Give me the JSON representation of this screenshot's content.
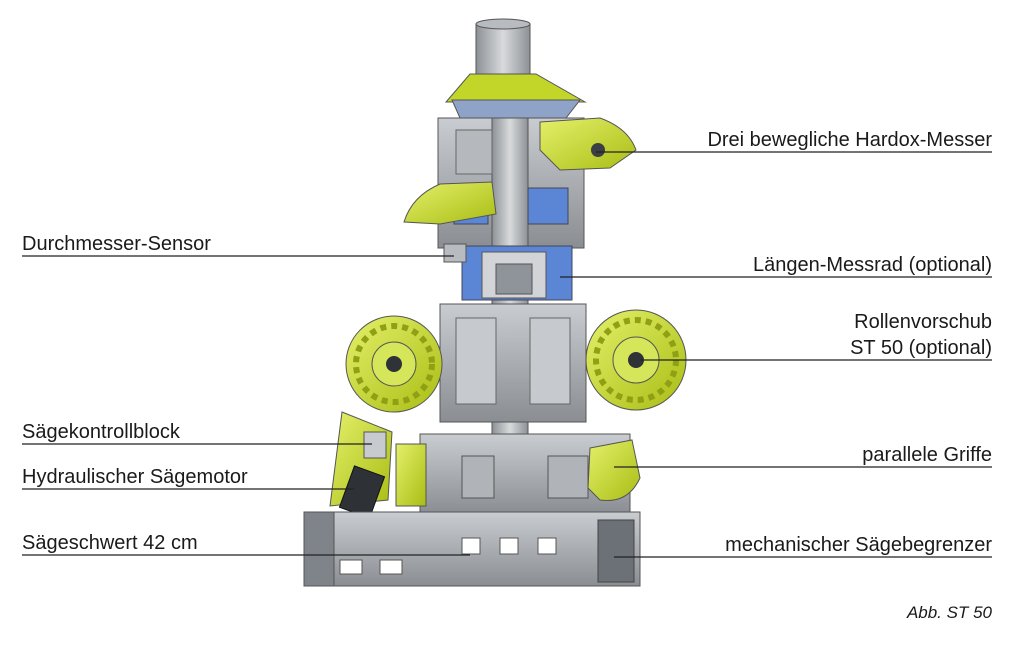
{
  "figure": {
    "caption": "Abb. ST 50",
    "labels_left": {
      "diameter_sensor": "Durchmesser-Sensor",
      "saw_control_block": "Sägekontrollblock",
      "hydraulic_saw_motor": "Hydraulischer Sägemotor",
      "saw_bar": "Sägeschwert 42 cm"
    },
    "labels_right": {
      "knives": "Drei bewegliche Hardox-Messer",
      "length_wheel": "Längen-Messrad (optional)",
      "roller_feed_line1": "Rollenvorschub",
      "roller_feed_line2": "ST 50 (optional)",
      "parallel_grips": "parallele Griffe",
      "saw_limiter": "mechanischer Sägebegrenzer"
    }
  },
  "colors": {
    "accent_yellow": "#c8dc2a",
    "frame_grey": "#9a9ea3",
    "dark_grey": "#4a4e54",
    "blue_part": "#5b86d6"
  }
}
